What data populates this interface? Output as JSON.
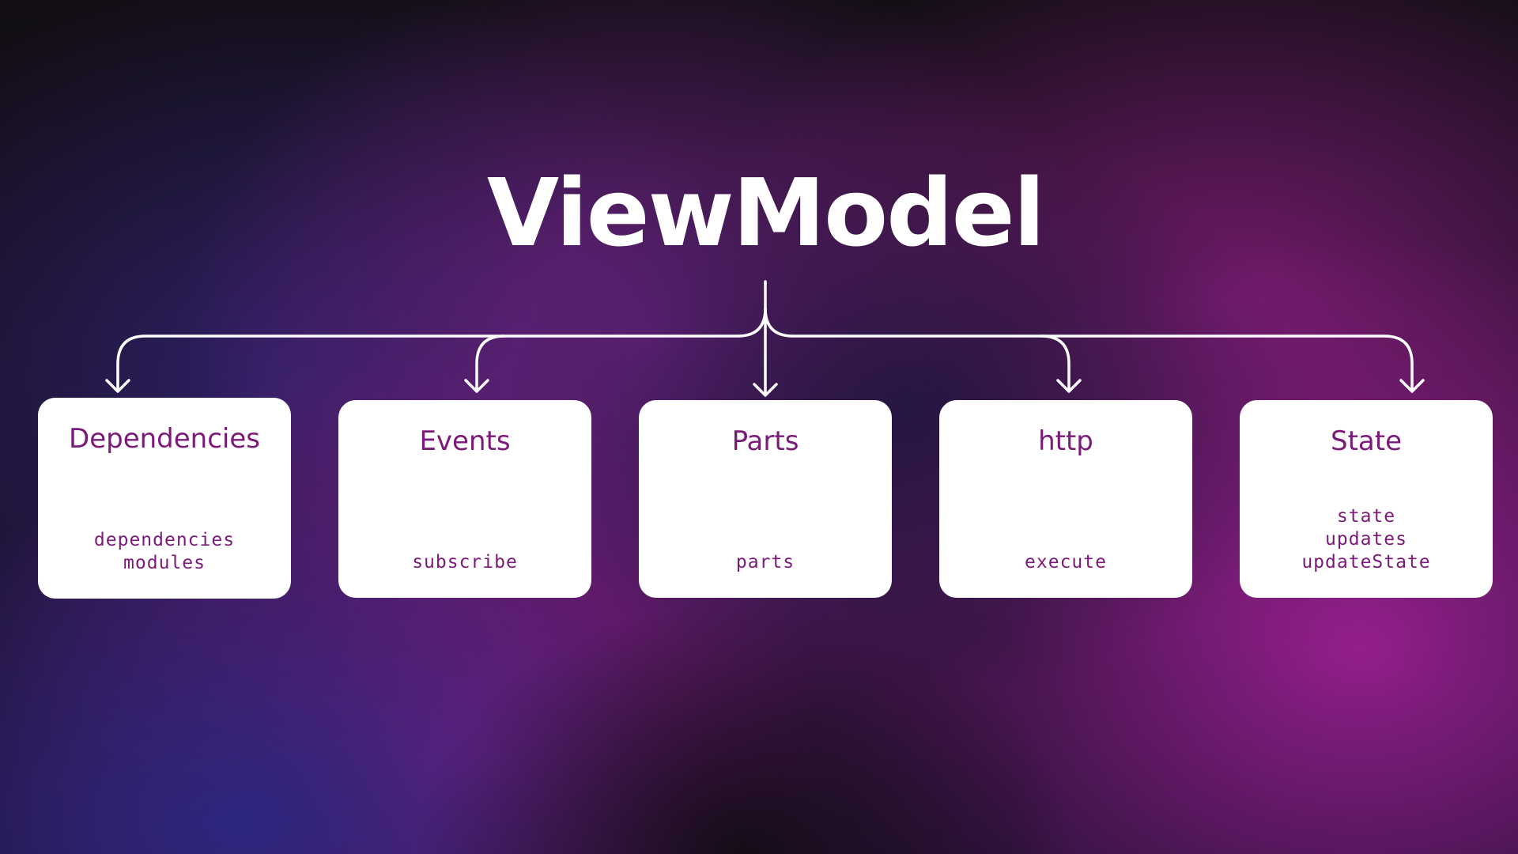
{
  "title": "ViewModel",
  "colors": {
    "accent_text": "#7b1a78",
    "connector": "#ffffff",
    "box_background": "#ffffff"
  },
  "boxes": [
    {
      "title": "Dependencies",
      "items": [
        "dependencies",
        "modules"
      ]
    },
    {
      "title": "Events",
      "items": [
        "subscribe"
      ]
    },
    {
      "title": "Parts",
      "items": [
        "parts"
      ]
    },
    {
      "title": "http",
      "items": [
        "execute"
      ]
    },
    {
      "title": "State",
      "items": [
        "state",
        "updates",
        "updateState"
      ]
    }
  ]
}
